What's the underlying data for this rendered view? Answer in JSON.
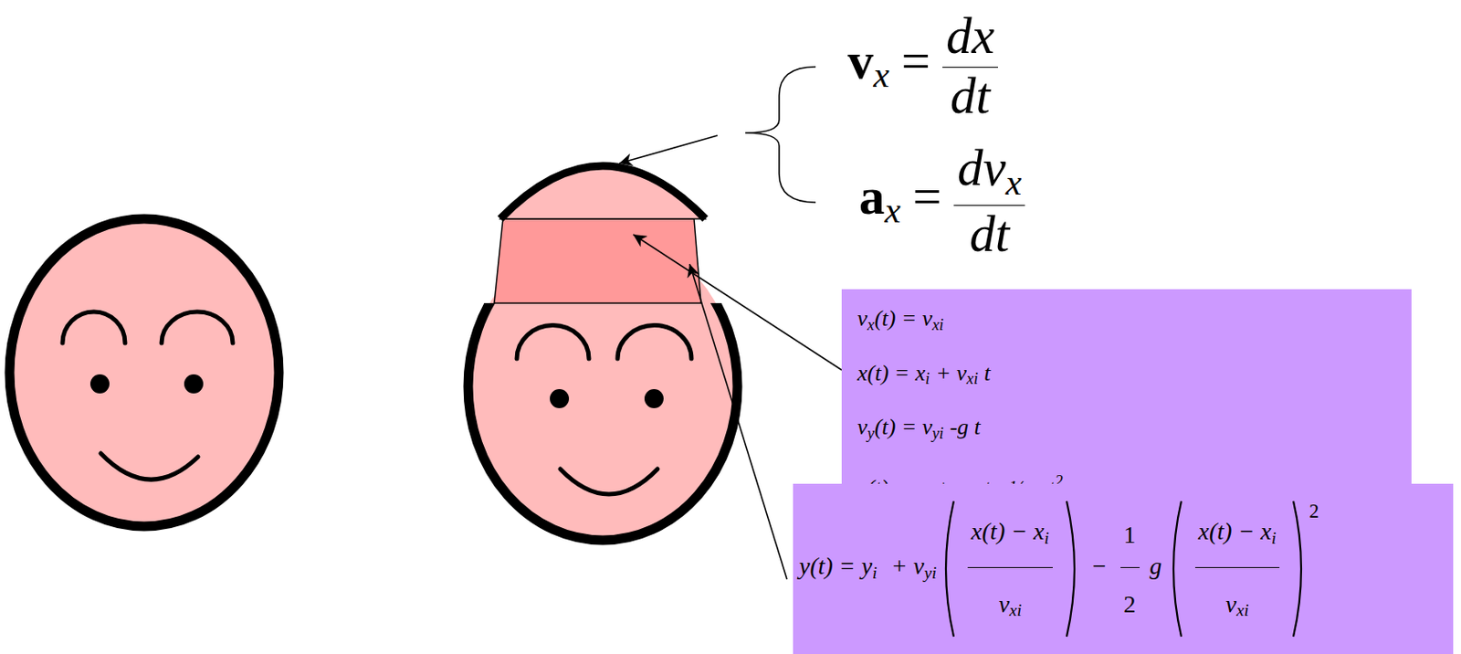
{
  "diagram": {
    "nodes": [
      {
        "text": [
          "v",
          "x",
          "(t) = v",
          "xi",
          "x(t) = x",
          "i",
          "+ v",
          "xi",
          "t",
          "v",
          "y",
          "(t) = v",
          "yi",
          "-g t",
          "y(t) = y",
          "i",
          "+ v",
          "yi",
          "t - ½ g t",
          "2"
        ]
      },
      {
        "text": [
          "y(t) = y",
          "i",
          "+ v",
          "yi",
          "x(t) − x",
          "i",
          "v",
          "xi",
          "−",
          "1",
          "2",
          "g",
          "x(t) − x",
          "i",
          "v",
          "xi",
          "2"
        ]
      }
    ],
    "labels": [
      "v",
      "x",
      "=",
      "dx",
      "dt",
      "a",
      "x",
      "=",
      "dv",
      "x",
      "dt"
    ]
  }
}
